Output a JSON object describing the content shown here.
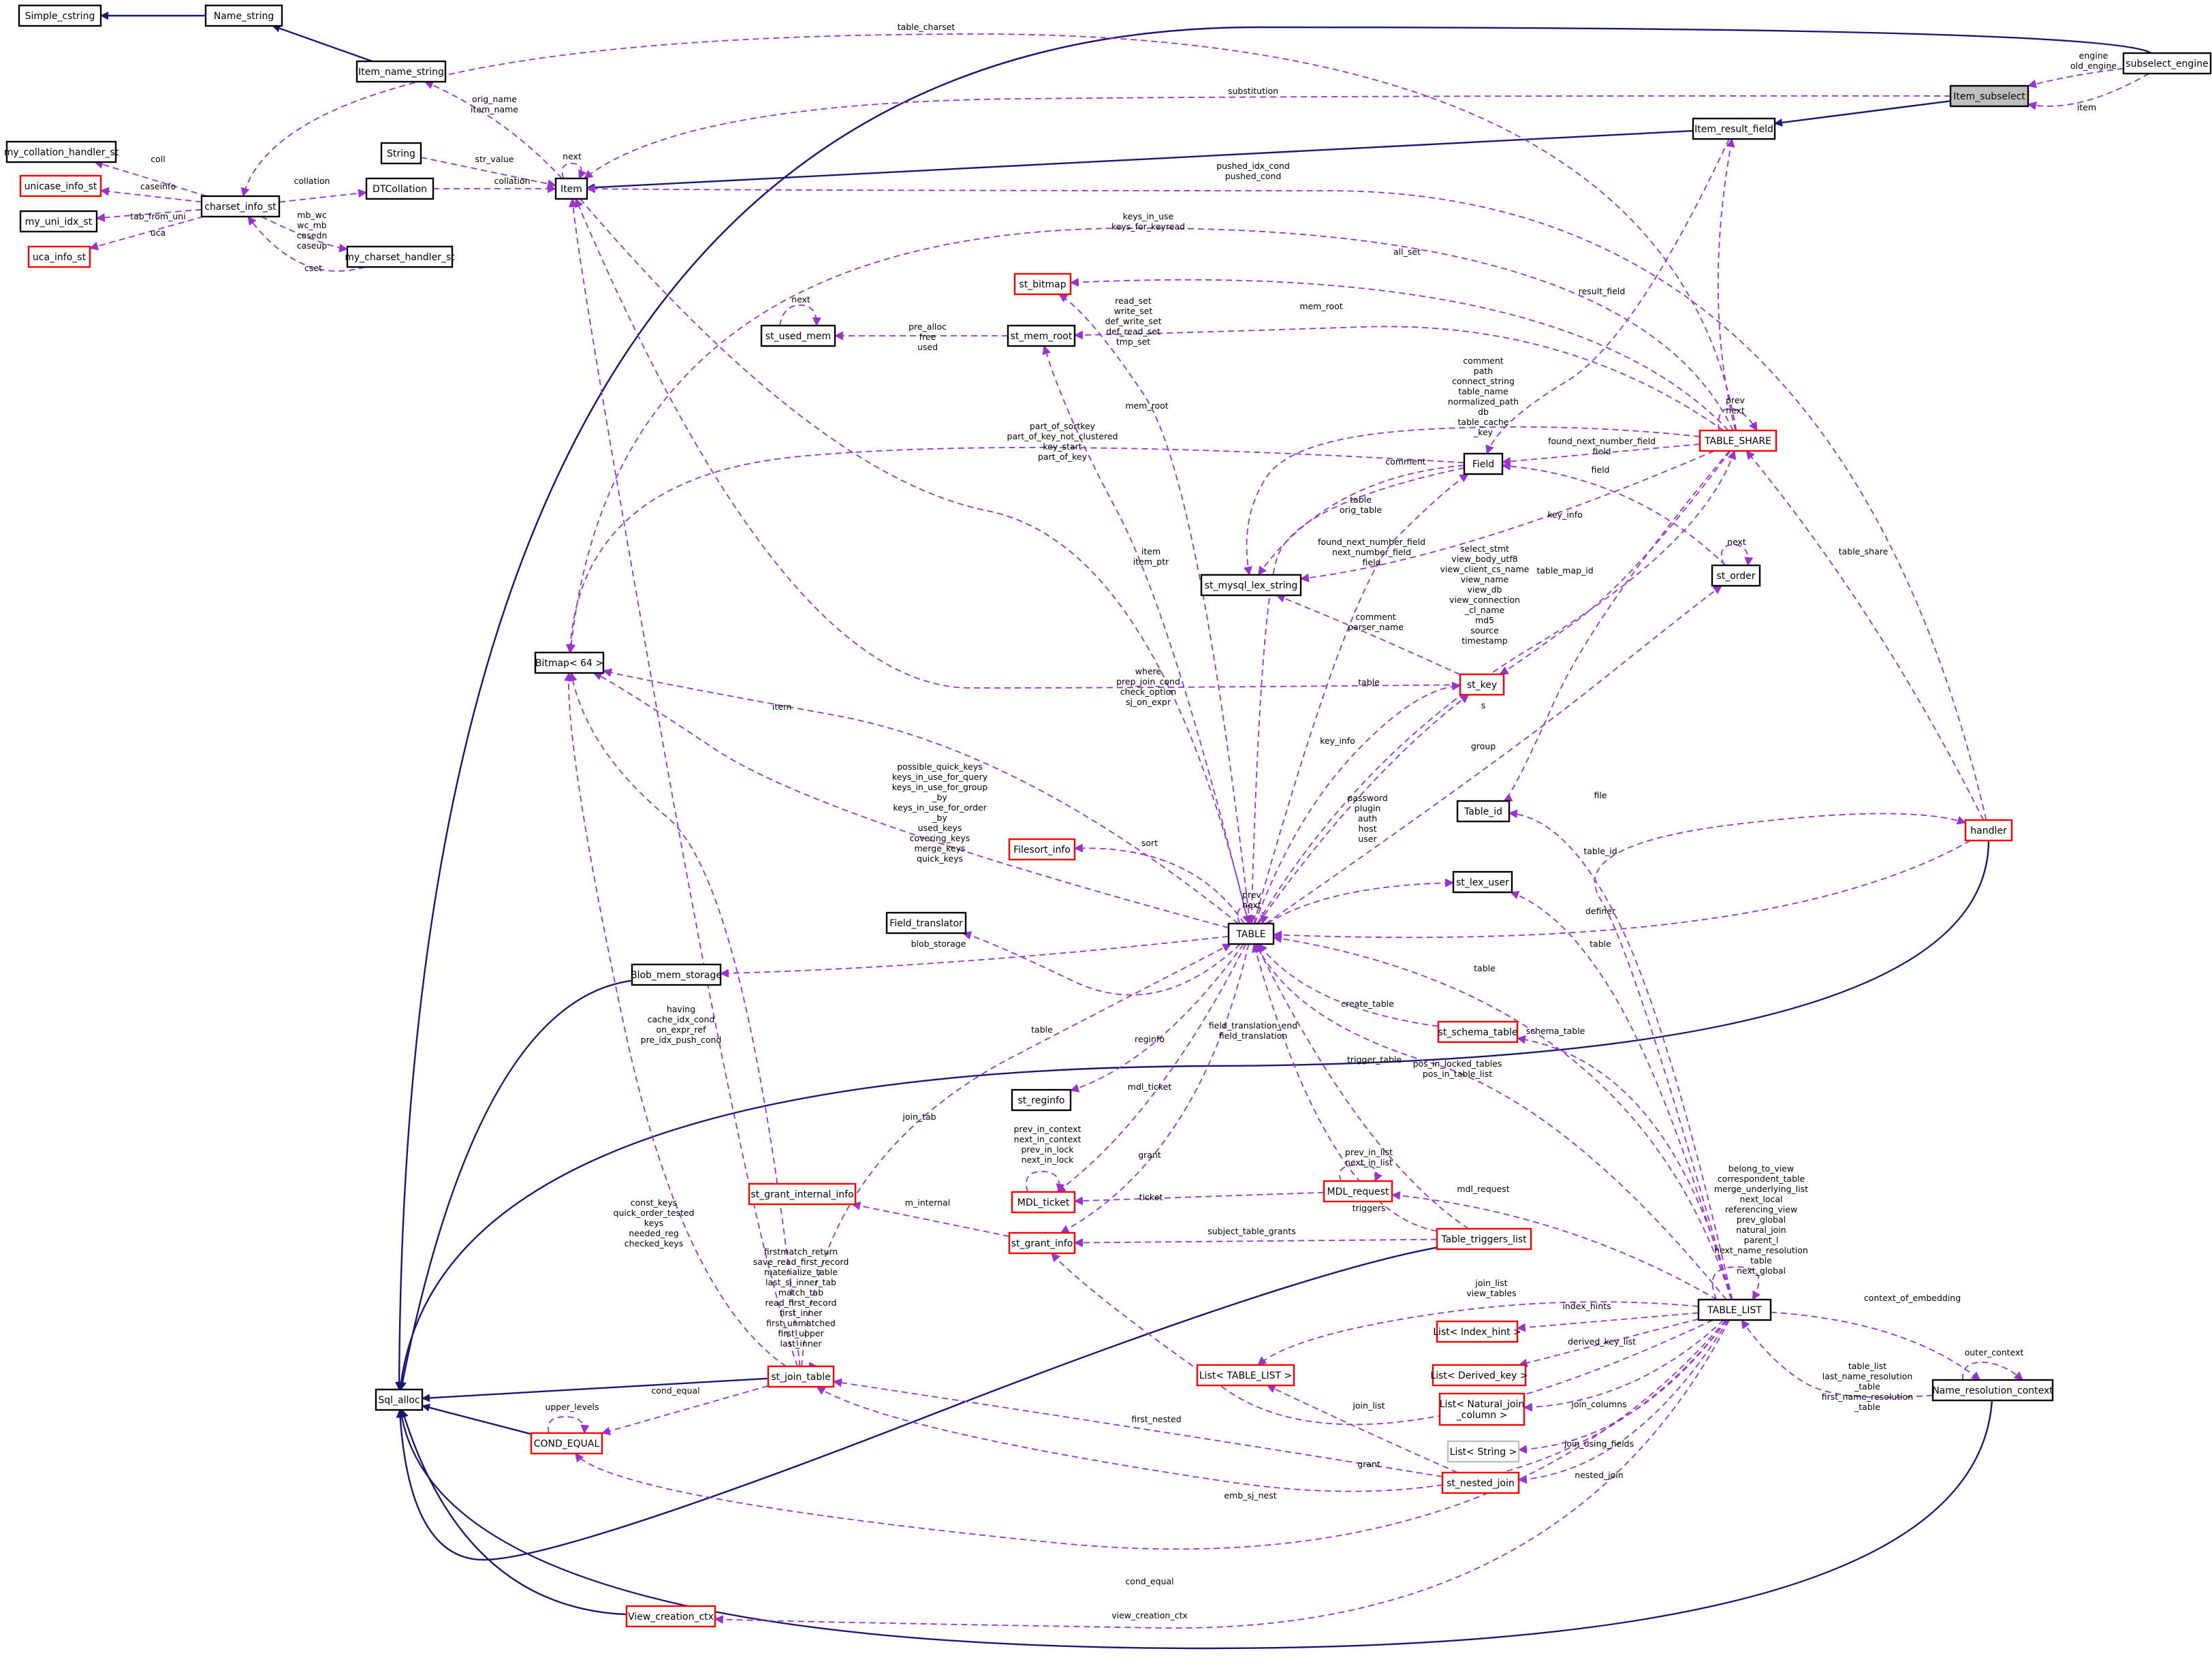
{
  "colors": {
    "background": "#ffffff",
    "node_border_black": "#000000",
    "node_border_red": "#ff0000",
    "node_fill_highlight": "#bfbfbf",
    "inheritance_edge": "#191970",
    "usage_edge": "#9a32cd",
    "text": "#000000"
  },
  "nodes": [
    {
      "id": "simple_cstring",
      "label": "Simple_cstring",
      "border": "black"
    },
    {
      "id": "name_string",
      "label": "Name_string",
      "border": "black"
    },
    {
      "id": "item_name_string",
      "label": "Item_name_string",
      "border": "black"
    },
    {
      "id": "string",
      "label": "String",
      "border": "black"
    },
    {
      "id": "item",
      "label": "Item",
      "border": "black"
    },
    {
      "id": "dtcollation",
      "label": "DTCollation",
      "border": "black"
    },
    {
      "id": "my_collation_handler_st",
      "label": "my_collation_handler_st",
      "border": "black"
    },
    {
      "id": "unicase_info_st",
      "label": "unicase_info_st",
      "border": "red"
    },
    {
      "id": "my_uni_idx_st",
      "label": "my_uni_idx_st",
      "border": "black"
    },
    {
      "id": "uca_info_st",
      "label": "uca_info_st",
      "border": "red"
    },
    {
      "id": "charset_info_st",
      "label": "charset_info_st",
      "border": "black"
    },
    {
      "id": "my_charset_handler_st",
      "label": "my_charset_handler_st",
      "border": "black"
    },
    {
      "id": "item_subselect",
      "label": "Item_subselect",
      "border": "black",
      "highlight": true
    },
    {
      "id": "subselect_engine",
      "label": "subselect_engine",
      "border": "black"
    },
    {
      "id": "item_result_field",
      "label": "Item_result_field",
      "border": "black"
    },
    {
      "id": "st_bitmap",
      "label": "st_bitmap",
      "border": "red"
    },
    {
      "id": "st_used_mem",
      "label": "st_used_mem",
      "border": "black"
    },
    {
      "id": "st_mem_root",
      "label": "st_mem_root",
      "border": "black"
    },
    {
      "id": "field",
      "label": "Field",
      "border": "black"
    },
    {
      "id": "table_share",
      "label": "TABLE_SHARE",
      "border": "red"
    },
    {
      "id": "st_mysql_lex_string",
      "label": "st_mysql_lex_string",
      "border": "black"
    },
    {
      "id": "st_order",
      "label": "st_order",
      "border": "black"
    },
    {
      "id": "bitmap64",
      "label": "Bitmap< 64 >",
      "border": "black"
    },
    {
      "id": "st_key",
      "label": "st_key",
      "border": "red"
    },
    {
      "id": "table_id",
      "label": "Table_id",
      "border": "black"
    },
    {
      "id": "handler",
      "label": "handler",
      "border": "red"
    },
    {
      "id": "filesort_info",
      "label": "Filesort_info",
      "border": "red"
    },
    {
      "id": "st_lex_user",
      "label": "st_lex_user",
      "border": "black"
    },
    {
      "id": "field_translator",
      "label": "Field_translator",
      "border": "black"
    },
    {
      "id": "table",
      "label": "TABLE",
      "border": "black"
    },
    {
      "id": "blob_mem_storage",
      "label": "Blob_mem_storage",
      "border": "black"
    },
    {
      "id": "st_schema_table",
      "label": "st_schema_table",
      "border": "red"
    },
    {
      "id": "st_reginfo",
      "label": "st_reginfo",
      "border": "black"
    },
    {
      "id": "mdl_ticket",
      "label": "MDL_ticket",
      "border": "red"
    },
    {
      "id": "mdl_request",
      "label": "MDL_request",
      "border": "red"
    },
    {
      "id": "st_grant_internal_info",
      "label": "st_grant_internal_info",
      "border": "red"
    },
    {
      "id": "st_grant_info",
      "label": "st_grant_info",
      "border": "red"
    },
    {
      "id": "table_triggers_list",
      "label": "Table_triggers_list",
      "border": "red"
    },
    {
      "id": "table_list",
      "label": "TABLE_LIST",
      "border": "black"
    },
    {
      "id": "list_index_hint",
      "label": "List< Index_hint >",
      "border": "red"
    },
    {
      "id": "list_table_list",
      "label": "List< TABLE_LIST >",
      "border": "red"
    },
    {
      "id": "list_derived_key",
      "label": "List< Derived_key >",
      "border": "red"
    },
    {
      "id": "list_natural_join",
      "label": "List< Natural_join\n_column >",
      "border": "red"
    },
    {
      "id": "list_string",
      "label": "List< String >",
      "border": "gray"
    },
    {
      "id": "st_nested_join",
      "label": "st_nested_join",
      "border": "red"
    },
    {
      "id": "st_join_table",
      "label": "st_join_table",
      "border": "red"
    },
    {
      "id": "sql_alloc",
      "label": "Sql_alloc",
      "border": "black"
    },
    {
      "id": "cond_equal",
      "label": "COND_EQUAL",
      "border": "red"
    },
    {
      "id": "name_resolution_context",
      "label": "Name_resolution_context",
      "border": "black"
    },
    {
      "id": "view_creation_ctx",
      "label": "View_creation_ctx",
      "border": "red"
    }
  ],
  "edge_labels": [
    "table_charset",
    "substitution",
    "engine\nold_engine",
    "item",
    "orig_name\nitem_name",
    "next",
    "str_value",
    "collation",
    "collation",
    "coll",
    "caseinfo",
    "tab_from_uni",
    "uca",
    "mb_wc\nwc_mb\ncasedn\ncaseup",
    "cset",
    "pushed_idx_cond\npushed_cond",
    "keys_in_use\nkeys_for_keyread",
    "all_set",
    "result_field",
    "next",
    "pre_alloc\nfree\nused",
    "read_set\nwrite_set\ndef_write_set\ndef_read_set\ntmp_set",
    "mem_root",
    "mem_root",
    "comment\npath\nconnect_string\ntable_name\nnormalized_path\ndb\ntable_cache\n_key",
    "prev\nnext",
    "part_of_sortkey\npart_of_key_not_clustered\nkey_start\npart_of_key",
    "comment",
    "found_next_number_field\nfield",
    "field",
    "table\norig_table",
    "select_stmt\nview_body_utf8\nview_client_cs_name\nview_name\nview_db\nview_connection\n_cl_name\nmd5\nsource\ntimestamp",
    "found_next_number_field\nnext_number_field\nfield",
    "item\nitem_ptr",
    "key_info",
    "next",
    "table_map_id",
    "table_share",
    "comment\nparser_name",
    "where\nprep_join_cond\ncheck_option\nsj_on_expr",
    "table",
    "s",
    "key_info",
    "item",
    "possible_quick_keys\nkeys_in_use_for_query\nkeys_in_use_for_group\n_by\nkeys_in_use_for_order\n_by\nused_keys\ncovering_keys\nmerge_keys\nquick_keys",
    "group",
    "password\nplugin\nauth\nhost\nuser",
    "file",
    "table_id",
    "sort",
    "prev\nnext",
    "definer",
    "blob_storage",
    "table",
    "table",
    "having\ncache_idx_cond\non_expr_ref\npre_idx_push_cond",
    "table",
    "create_table",
    "field_translation_end\nfield_translation",
    "reginfo",
    "schema_table",
    "pos_in_locked_tables\npos_in_table_list",
    "trigger_table",
    "join_tab",
    "mdl_ticket",
    "prev_in_context\nnext_in_context\nprev_in_lock\nnext_in_lock",
    "grant",
    "prev_in_list\nnext_in_list",
    "belong_to_view\ncorrespondent_table\nmerge_underlying_list\nnext_local\nreferencing_view\nprev_global\nnatural_join\nparent_l\nnext_name_resolution\ntable\nnext_global",
    "ticket",
    "mdl_request",
    "m_internal",
    "subject_table_grants",
    "triggers",
    "const_keys\nquick_order_tested\nkeys\nneeded_reg\nchecked_keys",
    "firstmatch_return\nsave_read_first_record\nmaterialize_table\nlast_sj_inner_tab\nmatch_tab\nread_first_record\nfirst_inner\nfirst_unmatched\nfirst_upper\nlast_inner",
    "join_list\nview_tables",
    "index_hints",
    "context_of_embedding",
    "derived_key_list",
    "table_list\nlast_name_resolution\n_table\nfirst_name_resolution\n_table",
    "outer_context",
    "upper_levels",
    "cond_equal",
    "join_columns",
    "join_list",
    "join_using_fields",
    "first_nested",
    "grant",
    "nested_join",
    "emb_sj_nest",
    "cond_equal",
    "view_creation_ctx"
  ]
}
